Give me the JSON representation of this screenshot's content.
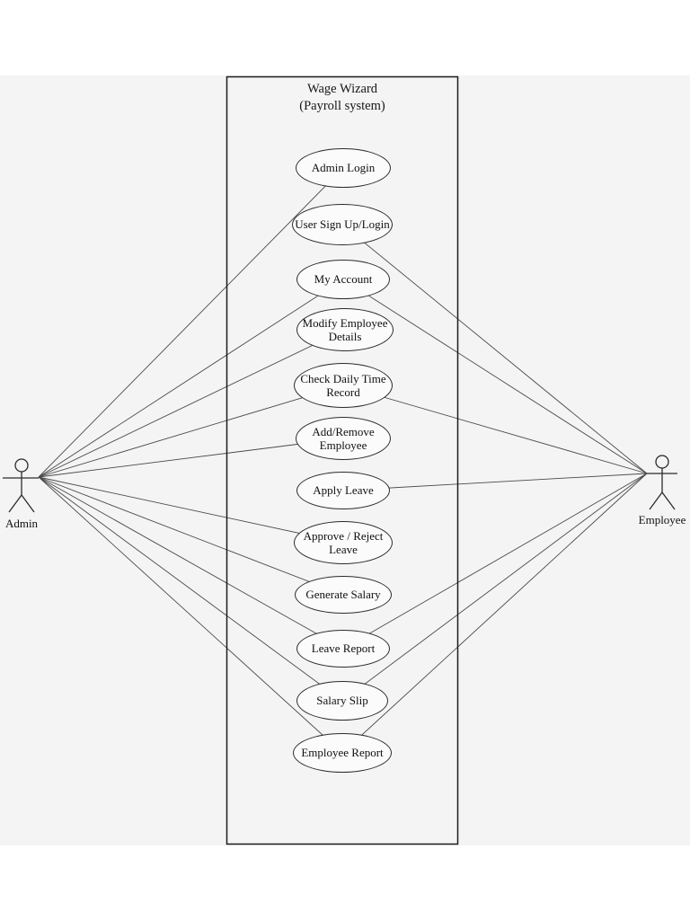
{
  "diagram": {
    "type": "uml-use-case",
    "system": {
      "title_line1": "Wage Wizard",
      "title_line2": "(Payroll system)"
    },
    "actors": [
      {
        "id": "admin",
        "label": "Admin"
      },
      {
        "id": "employee",
        "label": "Employee"
      }
    ],
    "use_cases": [
      {
        "id": "admin-login",
        "label": "Admin Login"
      },
      {
        "id": "user-signup-login",
        "label": "User Sign Up/Login"
      },
      {
        "id": "my-account",
        "label": "My Account"
      },
      {
        "id": "modify-employee-details",
        "label": "Modify Employee Details"
      },
      {
        "id": "check-daily-time-record",
        "label": "Check Daily Time Record"
      },
      {
        "id": "add-remove-employee",
        "label": "Add/Remove Employee"
      },
      {
        "id": "apply-leave",
        "label": "Apply Leave"
      },
      {
        "id": "approve-reject-leave",
        "label": "Approve / Reject Leave"
      },
      {
        "id": "generate-salary",
        "label": "Generate Salary"
      },
      {
        "id": "leave-report",
        "label": "Leave Report"
      },
      {
        "id": "salary-slip",
        "label": "Salary Slip"
      },
      {
        "id": "employee-report",
        "label": "Employee Report"
      }
    ],
    "associations": [
      {
        "from": "admin",
        "to": "admin-login"
      },
      {
        "from": "admin",
        "to": "my-account"
      },
      {
        "from": "admin",
        "to": "modify-employee-details"
      },
      {
        "from": "admin",
        "to": "check-daily-time-record"
      },
      {
        "from": "admin",
        "to": "add-remove-employee"
      },
      {
        "from": "admin",
        "to": "approve-reject-leave"
      },
      {
        "from": "admin",
        "to": "generate-salary"
      },
      {
        "from": "admin",
        "to": "leave-report"
      },
      {
        "from": "admin",
        "to": "salary-slip"
      },
      {
        "from": "admin",
        "to": "employee-report"
      },
      {
        "from": "employee",
        "to": "user-signup-login"
      },
      {
        "from": "employee",
        "to": "my-account"
      },
      {
        "from": "employee",
        "to": "check-daily-time-record"
      },
      {
        "from": "employee",
        "to": "apply-leave"
      },
      {
        "from": "employee",
        "to": "leave-report"
      },
      {
        "from": "employee",
        "to": "salary-slip"
      },
      {
        "from": "employee",
        "to": "employee-report"
      }
    ],
    "colors": {
      "page_background": "#f4f4f5",
      "ellipse_fill": "#fbfbfb",
      "stroke": "#2b2b2b",
      "line": "#4a4a4a"
    }
  }
}
